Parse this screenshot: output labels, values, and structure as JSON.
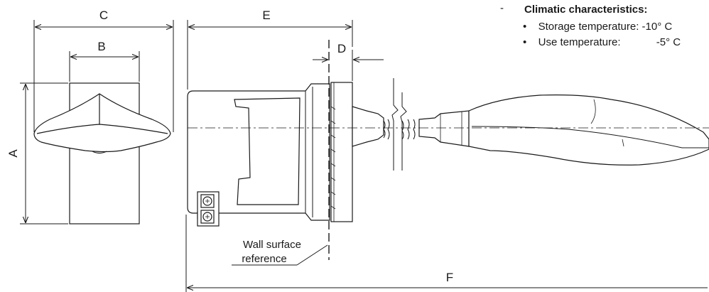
{
  "dimensions": {
    "a": "A",
    "b": "B",
    "c": "C",
    "d": "D",
    "e": "E",
    "f": "F"
  },
  "annotation": {
    "line1": "Wall surface",
    "line2": "reference"
  },
  "specs": {
    "bullet_dash": "-",
    "heading": "Climatic characteristics:",
    "bullet": "•",
    "items": [
      {
        "label": "Storage temperature:",
        "value": "-10° C"
      },
      {
        "label": "Use temperature:",
        "value": "-5° C"
      }
    ]
  }
}
